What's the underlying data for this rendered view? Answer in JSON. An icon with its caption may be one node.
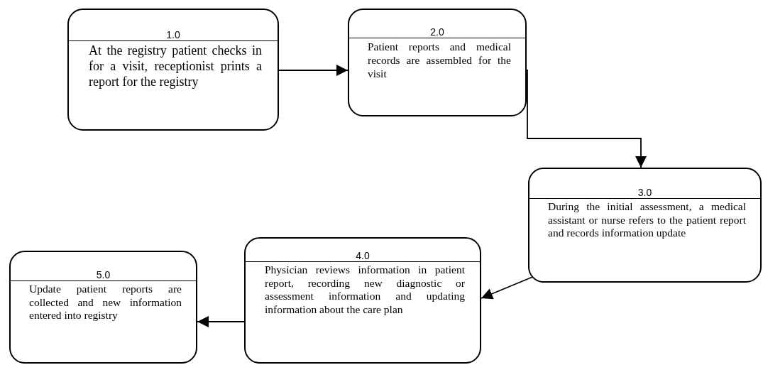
{
  "diagram": {
    "nodes": [
      {
        "text": [
          "1.0",
          "At the registry patient checks in for a visit, receptionist prints a report for the registry"
        ]
      },
      {
        "text": [
          "2.0",
          "Patient reports and medical records are assembled for the visit"
        ]
      },
      {
        "text": [
          "3.0",
          "During the initial assessment, a medical assistant or nurse refers to the patient report and records information update"
        ]
      },
      {
        "text": [
          "4.0",
          "Physician reviews information in patient report, recording new diagnostic or assessment information and updating information about the care plan"
        ]
      },
      {
        "text": [
          "5.0",
          "Update patient reports are collected and new information entered into registry"
        ]
      }
    ],
    "edges": [
      {
        "from": 0,
        "to": 1,
        "arrow": "to"
      },
      {
        "from": 1,
        "to": 2,
        "arrow": "to"
      },
      {
        "from": 2,
        "to": 3,
        "arrow": "to"
      },
      {
        "from": 3,
        "to": 4,
        "arrow": "to"
      }
    ]
  }
}
